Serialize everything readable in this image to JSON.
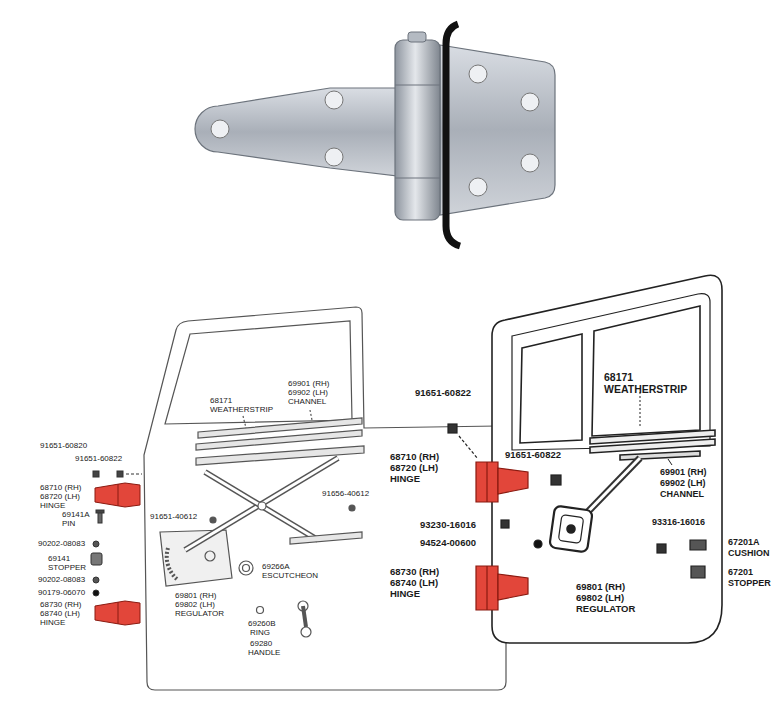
{
  "diagram": {
    "labels": [
      "91651-60820",
      "91651-60822",
      "68710 (RH)",
      "68720 (LH)",
      "HINGE",
      "69141A",
      "PIN",
      "90202-08083",
      "69141",
      "STOPPER",
      "90202-08083",
      "90179-06070",
      "68730 (RH)",
      "68740 (LH)",
      "HINGE",
      "68171",
      "WEATHERSTRIP",
      "69901 (RH)",
      "69902 (LH)",
      "CHANNEL",
      "91651-40612",
      "91656-40612",
      "69266A",
      "ESCUTCHEON",
      "69801 (RH)",
      "69802 (LH)",
      "REGULATOR",
      "69260B",
      "RING",
      "69280",
      "HANDLE",
      "91651-60822",
      "68710 (RH)",
      "68720 (LH)",
      "HINGE",
      "91651-60822",
      "93230-16016",
      "94524-00600",
      "68730 (RH)",
      "68740 (LH)",
      "HINGE",
      "68171",
      "WEATHERSTRIP",
      "69901 (RH)",
      "69902 (LH)",
      "CHANNEL",
      "69801 (RH)",
      "69802 (LH)",
      "REGULATOR",
      "93316-16016",
      "67201A",
      "CUSHION",
      "67201",
      "STOPPER"
    ]
  }
}
